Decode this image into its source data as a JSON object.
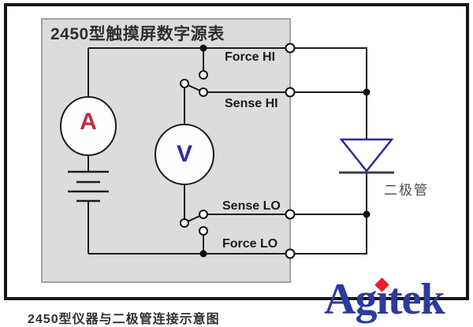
{
  "panel": {
    "title": "2450型触摸屏数字源表"
  },
  "meters": {
    "ammeter": "A",
    "voltmeter": "V"
  },
  "terminals": {
    "force_hi": "Force HI",
    "sense_hi": "Sense HI",
    "sense_lo": "Sense LO",
    "force_lo": "Force LO"
  },
  "dut": {
    "label": "二极管"
  },
  "caption": "2450型仪器与二极管连接示意图",
  "logo": {
    "brand": "Agitek",
    "part_before_i": "Ag",
    "part_i": "ı",
    "part_after_i": "tek"
  },
  "colors": {
    "ammeter_red": "#c22a42",
    "voltmeter_blue": "#2b2ba6",
    "diode_navy": "#2a2a9c",
    "logo_blue": "#2b3a9e",
    "logo_dot_red": "#ee1b2d",
    "panel_gray": "#dcdcdc",
    "wire_black": "#1c1c1c"
  }
}
